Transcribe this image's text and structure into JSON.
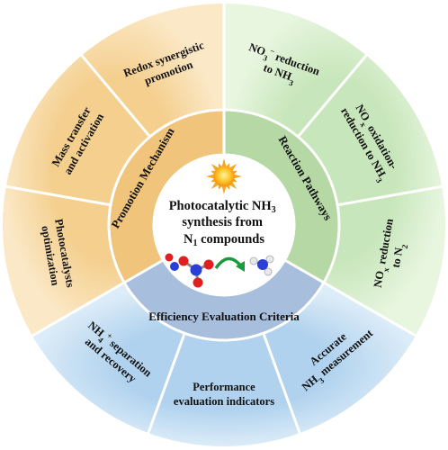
{
  "center": {
    "title_lines": [
      [
        "Photocatalytic NH",
        "3",
        ""
      ],
      [
        "synthesis from",
        "",
        ""
      ],
      [
        "N",
        "1",
        " compounds"
      ]
    ]
  },
  "sections": [
    {
      "key": "pathways",
      "title": "Reaction Pathways"
    },
    {
      "key": "efficiency",
      "title": "Efficiency Evaluation Criteria"
    },
    {
      "key": "mechanism",
      "title": "Promotion Mechanism"
    }
  ],
  "segments": [
    {
      "key": "no3",
      "lines": [
        [
          [
            "NO",
            ""
          ],
          [
            "3",
            "sub"
          ],
          [
            "−",
            "sup"
          ],
          [
            " reduction",
            ""
          ]
        ],
        [
          [
            "to NH",
            ""
          ],
          [
            "3",
            "sub"
          ]
        ]
      ]
    },
    {
      "key": "nox-oxidation",
      "lines": [
        [
          [
            "NO",
            ""
          ],
          [
            "x",
            "sub"
          ],
          [
            " oxidation-",
            ""
          ]
        ],
        [
          [
            "reduction to NH",
            ""
          ],
          [
            "3",
            "sub"
          ]
        ]
      ]
    },
    {
      "key": "nox-reduction",
      "lines": [
        [
          [
            "NO",
            ""
          ],
          [
            "x",
            "sub"
          ],
          [
            " reduction",
            ""
          ]
        ],
        [
          [
            "to N",
            ""
          ],
          [
            "2",
            "sub"
          ]
        ]
      ]
    },
    {
      "key": "accurate",
      "lines": [
        [
          [
            "Accurate",
            ""
          ]
        ],
        [
          [
            "NH",
            ""
          ],
          [
            "3",
            "sub"
          ],
          [
            " measurement",
            ""
          ]
        ]
      ]
    },
    {
      "key": "performance",
      "lines": [
        [
          [
            "Performance",
            ""
          ]
        ],
        [
          [
            "evaluation indicators",
            ""
          ]
        ]
      ]
    },
    {
      "key": "nh4",
      "lines": [
        [
          [
            "NH",
            ""
          ],
          [
            "4",
            "sub"
          ],
          [
            "+",
            "sup"
          ],
          [
            " separation",
            ""
          ]
        ],
        [
          [
            "and recovery",
            ""
          ]
        ]
      ]
    },
    {
      "key": "photocatalysts",
      "lines": [
        [
          [
            "Photocatalysts",
            ""
          ]
        ],
        [
          [
            "optimization",
            ""
          ]
        ]
      ]
    },
    {
      "key": "mass-transfer",
      "lines": [
        [
          [
            "Mass transfer",
            ""
          ]
        ],
        [
          [
            "and activation",
            ""
          ]
        ]
      ]
    },
    {
      "key": "redox",
      "lines": [
        [
          [
            "Redox synergistic",
            ""
          ]
        ],
        [
          [
            "promotion",
            ""
          ]
        ]
      ]
    }
  ],
  "colors": {
    "pathways_outer": "#d8efce",
    "pathways_inner": "#b5d8a5",
    "efficiency_outer": "#c4def2",
    "efficiency_inner": "#a8bedd",
    "mechanism_outer": "#f6d9a6",
    "mechanism_inner": "#f1c47c",
    "center": "#ffffff",
    "sun": "#f5a623",
    "sun_core": "#ffd84d",
    "arrow": "#1a9a3c",
    "atom_n": "#2b3fd6",
    "atom_o": "#e02020",
    "atom_h": "#dddddd"
  },
  "icons": [
    "sun-icon",
    "nitrate-molecule-icon",
    "curved-arrow-icon",
    "ammonia-molecule-icon"
  ]
}
